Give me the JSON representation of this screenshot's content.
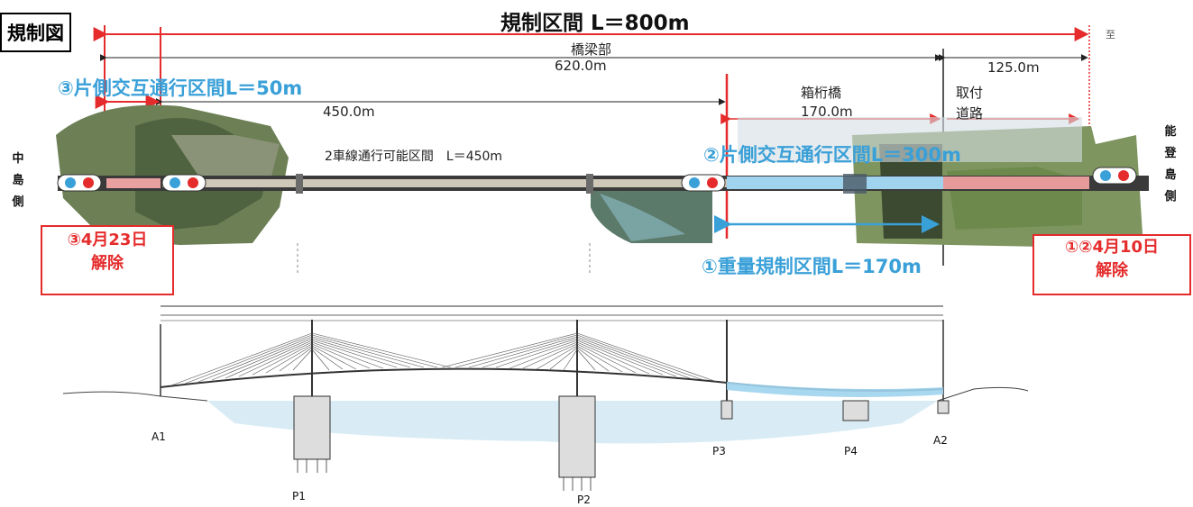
{
  "diagram_label": "規制図",
  "regulation_section": "規制区間 L＝800m",
  "bridge_part": "橋梁部",
  "bridge_length": "620.0m",
  "approach_length": "125.0m",
  "one_way_section_3": "③片側交互通行区間L＝50m",
  "length_450": "450.0m",
  "box_girder": "箱桁橋",
  "box_length": "170.0m",
  "attached_road_1": "取付",
  "attached_road_2": "道路",
  "one_way_section_2": "②片側交互通行区間L＝300m",
  "two_lane_section": "2車線通行可能区間　L＝450m",
  "weight_limit_section": "①重量規制区間L＝170m",
  "left_side": [
    "中",
    "島",
    "側"
  ],
  "right_side": [
    "能",
    "登",
    "島",
    "側"
  ],
  "release_left_date": "③4月23日",
  "release_left_label": "解除",
  "release_right_date": "①②4月10日",
  "release_right_label": "解除",
  "direction_glyph": "至",
  "piers": [
    "A1",
    "P1",
    "P2",
    "P3",
    "P4",
    "A2"
  ],
  "colors": {
    "red": "#e52b2b",
    "blue": "#3aa0d8",
    "lightblue": "#bfe3f5"
  }
}
